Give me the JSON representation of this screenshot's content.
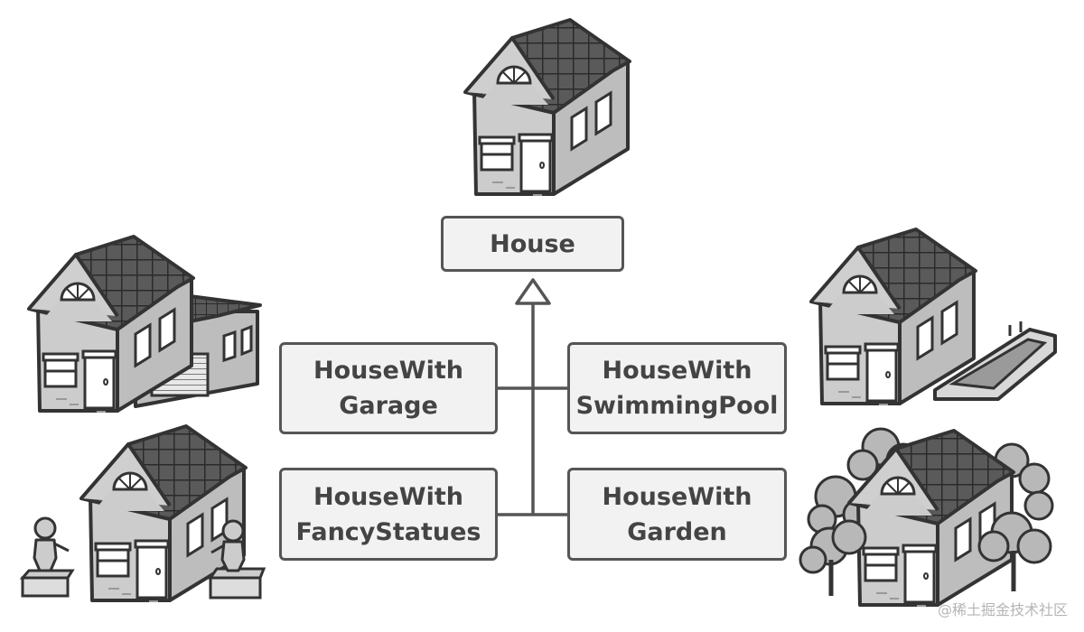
{
  "diagram": {
    "base_class": "House",
    "subclasses": [
      {
        "id": "garage",
        "line1": "HouseWith",
        "line2": "Garage"
      },
      {
        "id": "pool",
        "line1": "HouseWith",
        "line2": "SwimmingPool"
      },
      {
        "id": "statues",
        "line1": "HouseWith",
        "line2": "FancyStatues"
      },
      {
        "id": "garden",
        "line1": "HouseWith",
        "line2": "Garden"
      }
    ]
  },
  "watermark": "@稀土掘金技术社区",
  "colors": {
    "outline": "#333333",
    "wall": "#c9c9c9",
    "roof": "#5a5a5a",
    "box_fill": "#f2f2f2",
    "box_border": "#555555",
    "text": "#444444"
  }
}
